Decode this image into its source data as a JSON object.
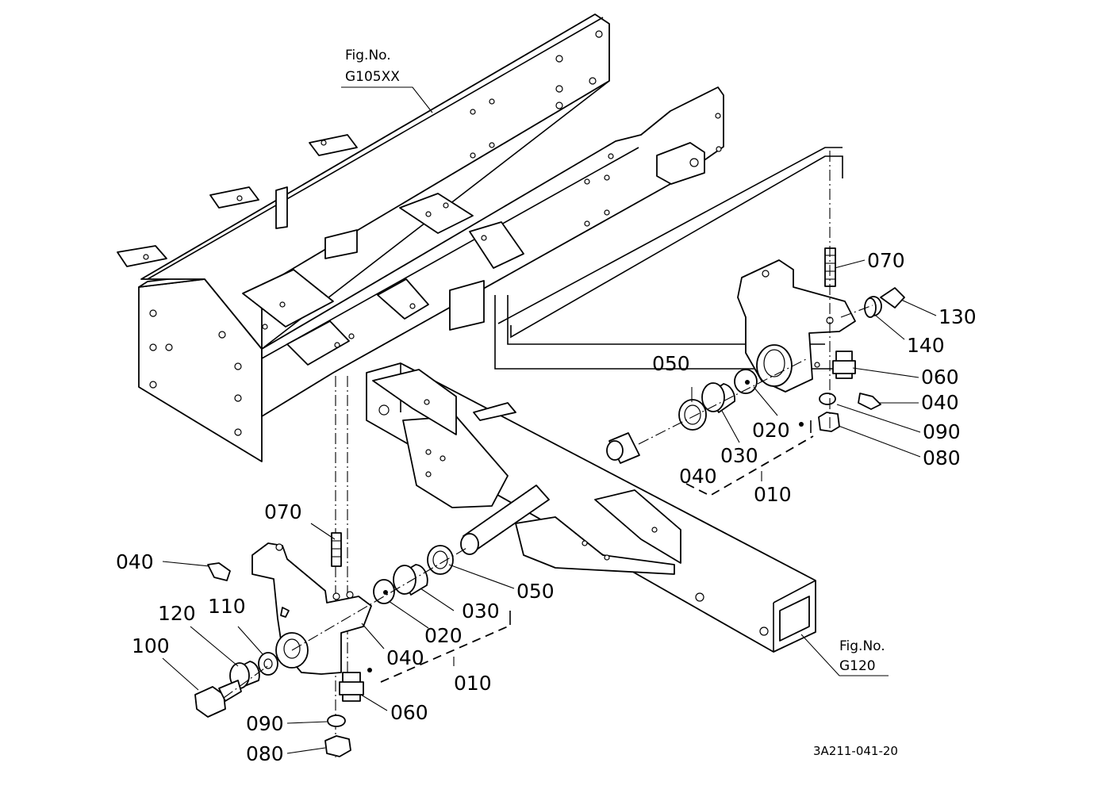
{
  "figure_refs": {
    "frame": {
      "line1": "Fig.No.",
      "line2": "G105XX"
    },
    "axle": {
      "line1": "Fig.No.",
      "line2": "G120"
    }
  },
  "callouts": {
    "right": {
      "p070": "070",
      "p130": "130",
      "p140": "140",
      "p050": "050",
      "p060": "060",
      "p040": "040",
      "p020": "020",
      "p090": "090",
      "p030": "030",
      "p080": "080",
      "p040b": "040",
      "p010": "010"
    },
    "left": {
      "p070": "070",
      "p040": "040",
      "p120": "120",
      "p110": "110",
      "p100": "100",
      "p050": "050",
      "p030": "030",
      "p020": "020",
      "p040b": "040",
      "p010": "010",
      "p060": "060",
      "p090": "090",
      "p080": "080"
    }
  },
  "diagram_code": "3A211-041-20"
}
